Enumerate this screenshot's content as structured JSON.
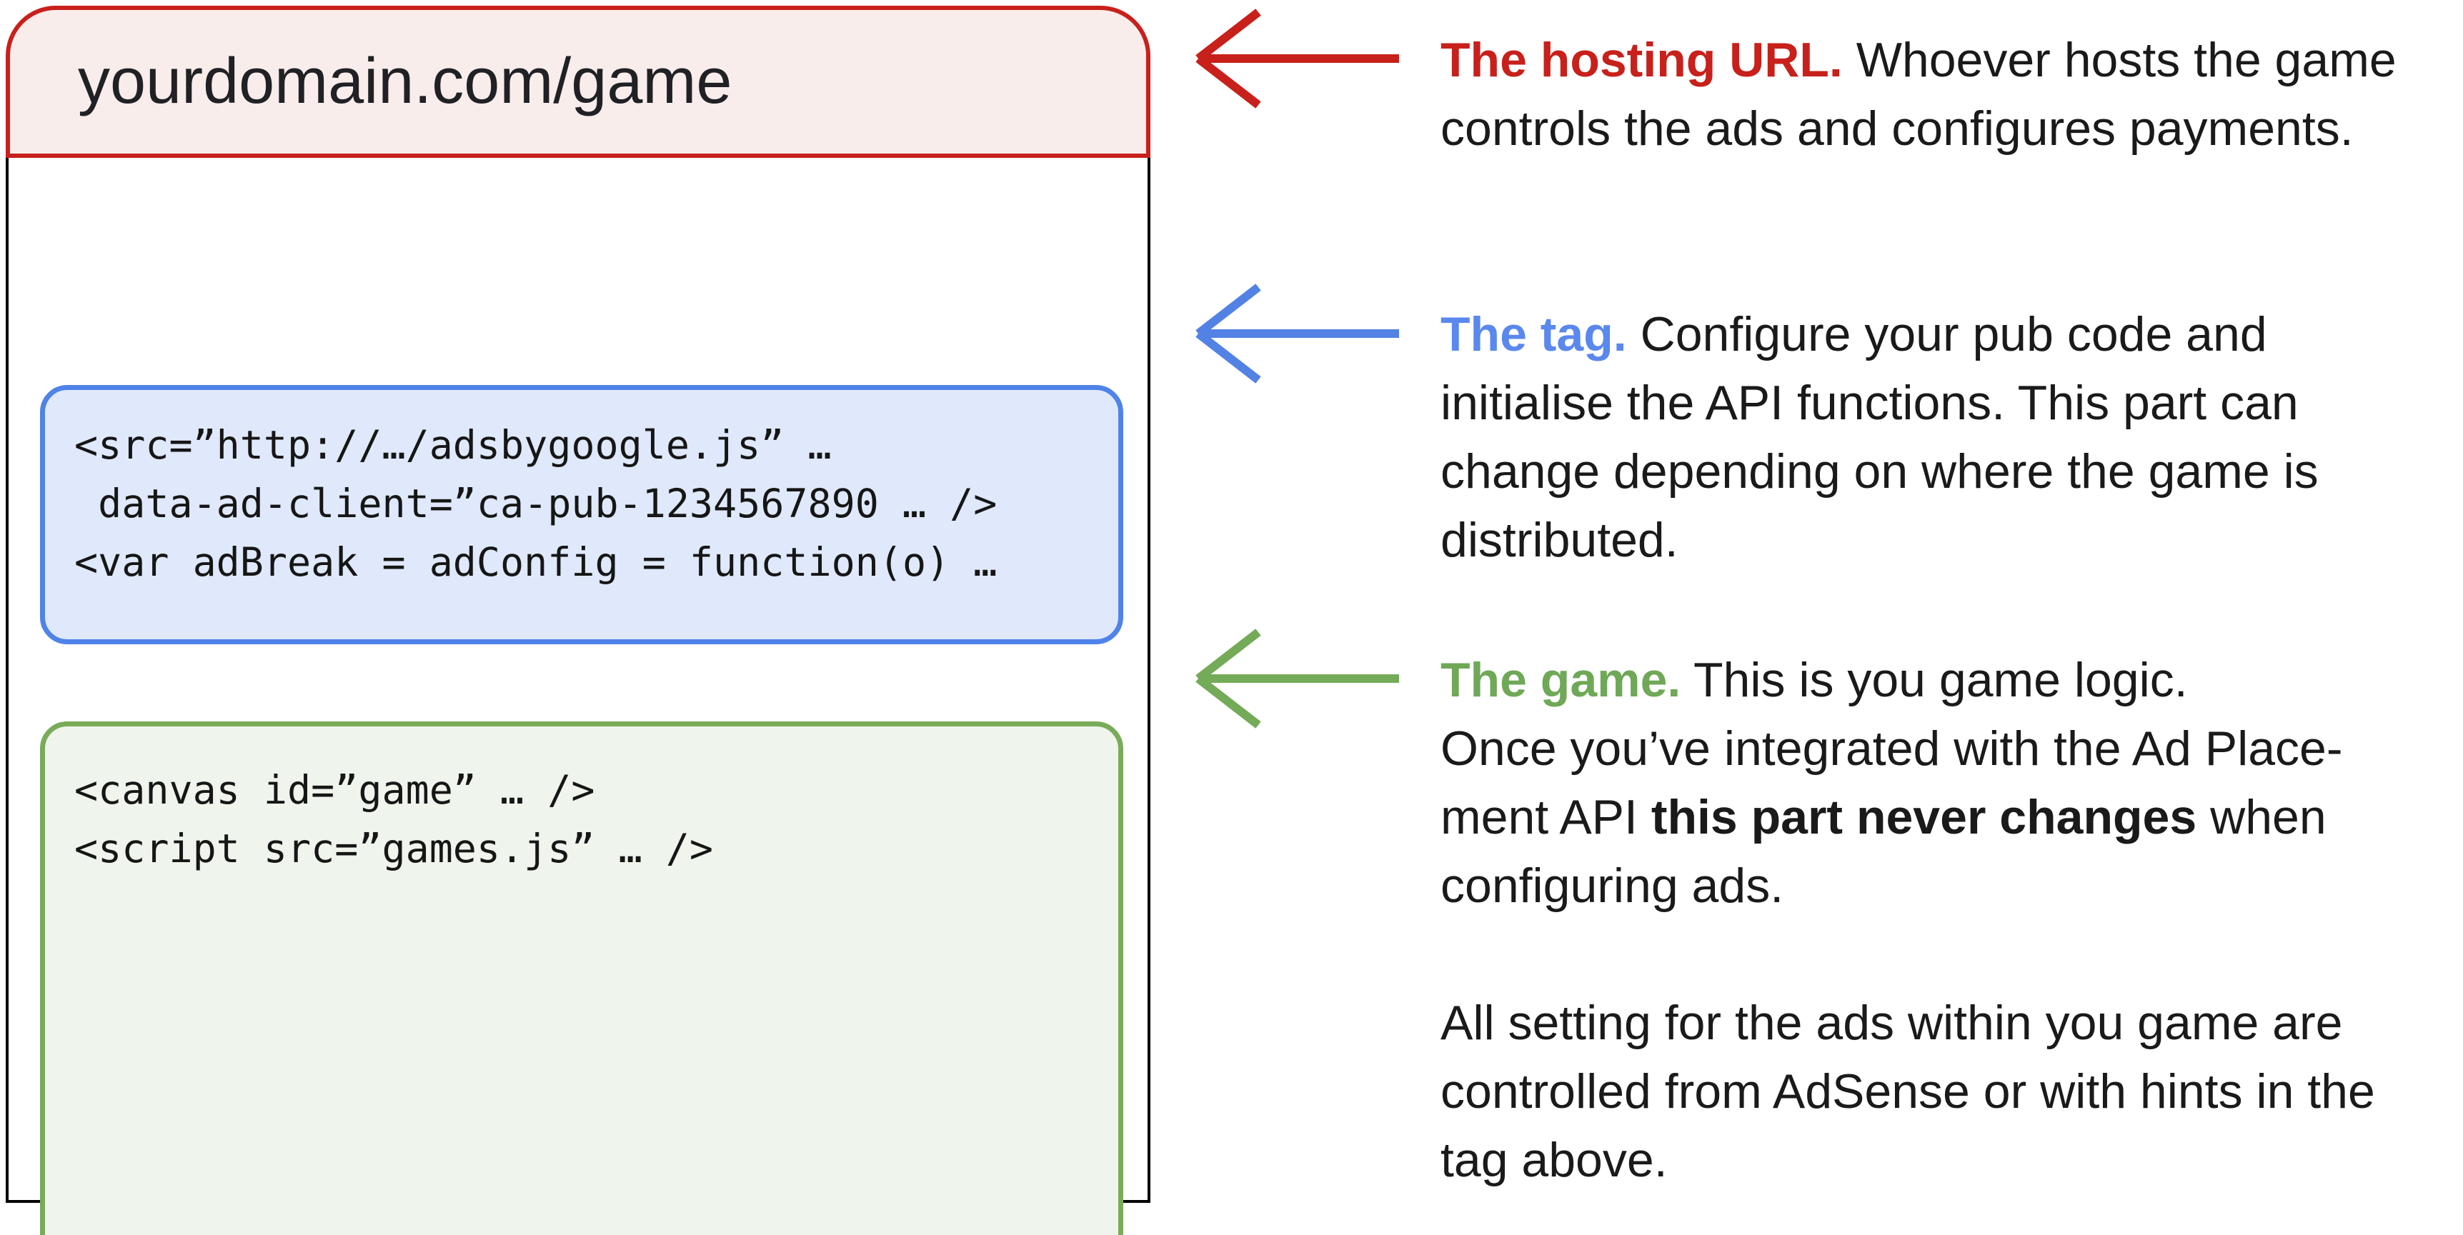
{
  "colors": {
    "accent_red": "#c8201b",
    "header_fill": "#f9edeb",
    "accent_blue": "#5a88ee",
    "blue_box_border": "#4f83e8",
    "blue_box_fill": "#dfe9fb",
    "accent_green": "#6fa857",
    "green_box_border": "#79ab58",
    "green_box_fill": "#eff4ec",
    "frame_border": "#000000",
    "body_text": "#1a1a1a"
  },
  "browser": {
    "url": "yourdomain.com/game",
    "tag_code": {
      "line1": "<src=”http://…/adsbygoogle.js” …",
      "line2": " data-ad-client=”ca-pub-1234567890 … />",
      "line3": "<var adBreak = adConfig = function(o) …"
    },
    "game_code": {
      "line1": "<canvas id=”game” … />",
      "line2": "<script src=”games.js” … />"
    }
  },
  "annotations": {
    "hosting_url": {
      "line1_lead": "The hosting URL.",
      "line1_rest": " Whoever hosts the game",
      "line2": "controls the ads and configures payments."
    },
    "tag": {
      "line1_lead": "The tag.",
      "line1_rest": " Configure your pub code and",
      "line2": "initialise the API functions. This part can",
      "line3": "change depending on where the game is",
      "line4": "distributed."
    },
    "game": {
      "line1_lead": "The game.",
      "line1_rest": " This is you game logic.",
      "line2": "Once you’ve integrated with the Ad Place-",
      "line3_pre": "ment API ",
      "line3_bold": "this part never changes",
      "line3_post": " when",
      "line4": "configuring ads."
    },
    "settings": {
      "line1": "All setting for the ads within you game are",
      "line2": "controlled from AdSense or with hints in the",
      "line3": "tag above."
    }
  }
}
